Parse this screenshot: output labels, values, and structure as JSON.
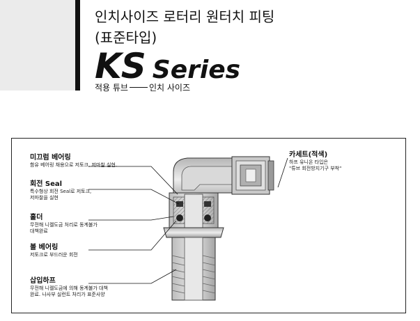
{
  "header": {
    "title_line1": "인치사이즈 로터리 원터치 피팅",
    "title_line2": "(표준타입)",
    "series_ks": "KS",
    "series_word": "Series",
    "tube_left": "적용 튜브",
    "tube_right": "인치 사이즈"
  },
  "parts": {
    "mikkureom": {
      "name": "미끄럼 베어링",
      "desc1": "함유 베어링 채용으로 저토크, 저마찰 실현."
    },
    "rotary_seal": {
      "name": "회전 Seal",
      "desc1": "특수형상 회전 Seal로 저토크,",
      "desc2": "저마찰을 실현"
    },
    "holder": {
      "name": "홀더",
      "desc1": "무전해 니켈도금 처리로 동계불가",
      "desc2": "대책완료"
    },
    "ball_bearing": {
      "name": "볼 베어링",
      "desc1": "저토크로 부드러운 회전"
    },
    "insert": {
      "name": "삽입하프",
      "desc1": "무전해 니켈도금에 의해 동계불가 대책",
      "desc2": "완료. 나사부 실런트 처리가 표준사양"
    },
    "cassette": {
      "name": "카세트(적색)",
      "desc1": "하프 유니온 타입은",
      "desc2": "\"튜브 회전방지기구 부착\""
    }
  }
}
